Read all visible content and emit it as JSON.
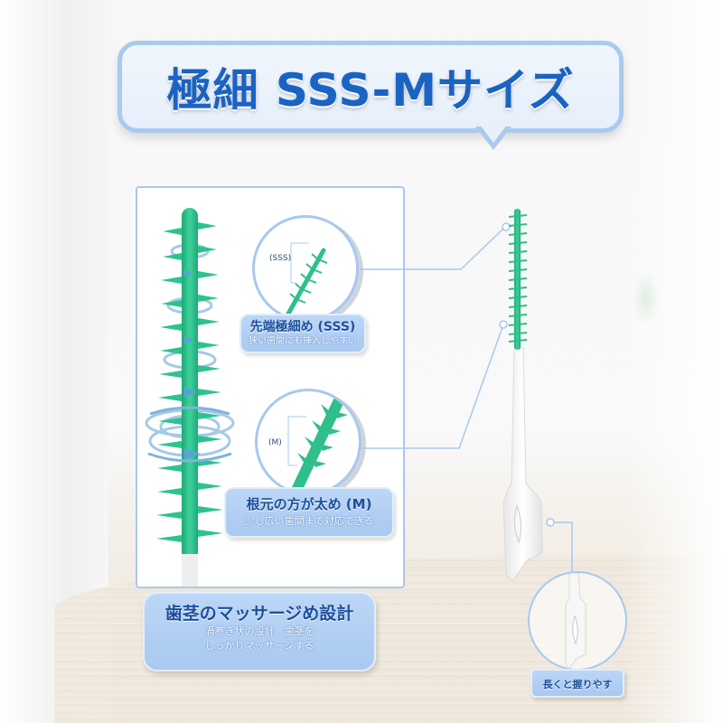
{
  "header": {
    "title": "極細 SSS-Mサイズ"
  },
  "features": {
    "tip": {
      "zoom_label": "(SSS)",
      "title": "先端極細め (SSS)",
      "subtitle": "狭い歯間にも挿入しやすい"
    },
    "base": {
      "zoom_label": "(M)",
      "title": "根元の方が太め (M)",
      "subtitle": "少し広い歯間まで対応できる"
    },
    "gum_massage": {
      "title": "歯茎のマッサージめ設計",
      "subtitle_line1": "渦巻き状の設計、歯茎を",
      "subtitle_line2": "しっかりマッサージする"
    },
    "handle": {
      "title": "長くと握りやす"
    }
  },
  "colors": {
    "title_blue": "#1a63c3",
    "accent_light_blue": "#a8c8ee",
    "callout_blue": "#b3d0f3",
    "bristle_green": "#2fbf8a",
    "handle_white": "#f4f4f4"
  }
}
